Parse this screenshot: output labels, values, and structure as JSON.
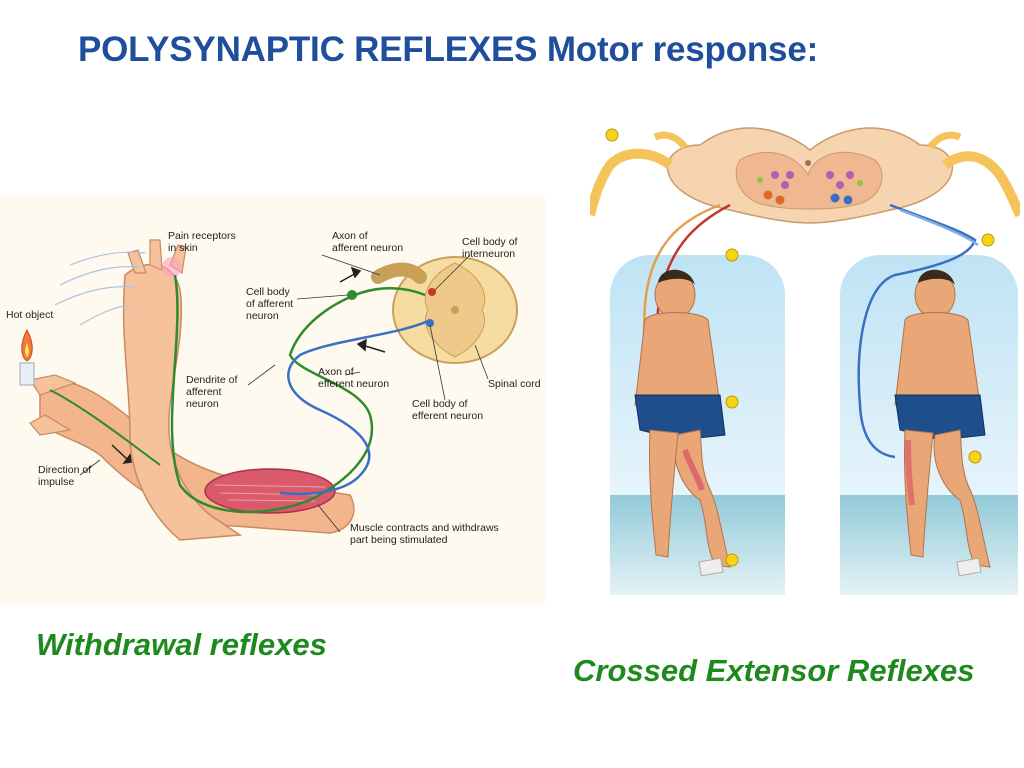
{
  "slide": {
    "title": "POLYSYNAPTIC REFLEXES Motor response:",
    "caption_left": "Withdrawal reflexes",
    "caption_right": "Crossed Extensor Reflexes"
  },
  "withdrawal_diagram": {
    "labels": {
      "pain_receptors_1": "Pain receptors",
      "pain_receptors_2": "in skin",
      "hot_object": "Hot object",
      "axon_afferent_1": "Axon of",
      "axon_afferent_2": "afferent neuron",
      "cell_body_inter_1": "Cell body of",
      "cell_body_inter_2": "interneuron",
      "cell_body_afferent_1": "Cell body",
      "cell_body_afferent_2": "of afferent",
      "cell_body_afferent_3": "neuron",
      "dendrite_1": "Dendrite of",
      "dendrite_2": "afferent",
      "dendrite_3": "neuron",
      "axon_efferent_1": "Axon of",
      "axon_efferent_2": "efferent neuron",
      "spinal_cord": "Spinal cord",
      "cell_body_efferent_1": "Cell body of",
      "cell_body_efferent_2": "efferent neuron",
      "direction_1": "Direction of",
      "direction_2": "impulse",
      "muscle_1": "Muscle contracts and withdraws",
      "muscle_2": "part being stimulated"
    }
  },
  "colors": {
    "title": "#1f4e9c",
    "caption": "#1e8a1e",
    "afferent_neuron": "#2e8b2e",
    "efferent_neuron": "#3a6fc4",
    "skin": "#f2b58c",
    "spinal_cord": "#f6dca0",
    "muscle": "#d95a6a",
    "marker": "#f5d515"
  }
}
